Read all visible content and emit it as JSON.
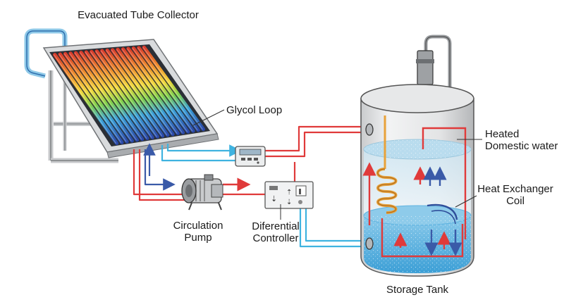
{
  "labels": {
    "collector": "Evacuated Tube Collector",
    "glycol_loop": "Glycol Loop",
    "heated_line1": "Heated",
    "heated_line2": "Domestic water",
    "coil_line1": "Heat Exchanger",
    "coil_line2": "Coil",
    "pump_line1": "Circulation",
    "pump_line2": "Pump",
    "controller_line1": "Diferential",
    "controller_line2": "Controller",
    "tank": "Storage Tank"
  },
  "colors": {
    "hot_pipe": "#e03a3a",
    "cold_pipe": "#3fb3e0",
    "return_pipe": "#3a5aa8",
    "coil": "#e8a23a",
    "hot_water": "#dcebf3",
    "cold_water": "#5fb3e0",
    "tank_body": "#e6e6e6",
    "frame": "#d4d6d8"
  },
  "icons": {
    "pump": "circulation-pump-icon",
    "controller": "differential-controller-icon",
    "meter": "flow-meter-icon"
  }
}
